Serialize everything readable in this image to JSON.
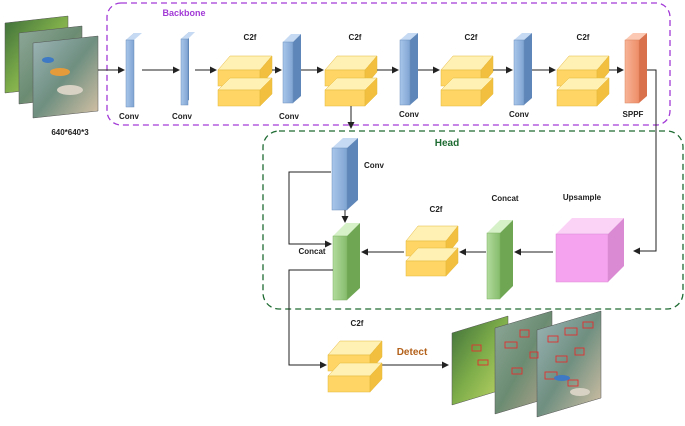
{
  "backbone": {
    "title": "Backbone",
    "labels": {
      "conv1": "Conv",
      "conv2": "Conv",
      "c2f1": "C2f",
      "conv3": "Conv",
      "c2f2": "C2f",
      "conv4": "Conv",
      "c2f3": "C2f",
      "conv5": "Conv",
      "c2f4": "C2f",
      "sppf": "SPPF"
    }
  },
  "input": {
    "size_label": "640*640*3"
  },
  "head": {
    "title": "Head",
    "labels": {
      "conv": "Conv",
      "c2f": "C2f",
      "concat_left": "Concat",
      "concat_right": "Concat",
      "upsample": "Upsample"
    }
  },
  "detect": {
    "c2f_label": "C2f",
    "title": "Detect"
  },
  "colors": {
    "backbone_border": "#a23ad6",
    "head_border": "#1e6b32",
    "conv_block": "#8fb2dc",
    "c2f_block": "#ffd666",
    "concat_block": "#9acb82",
    "upsample_block": "#f5a3ee",
    "sppf_block": "#f4a07e",
    "detect_title": "#b3611a"
  }
}
